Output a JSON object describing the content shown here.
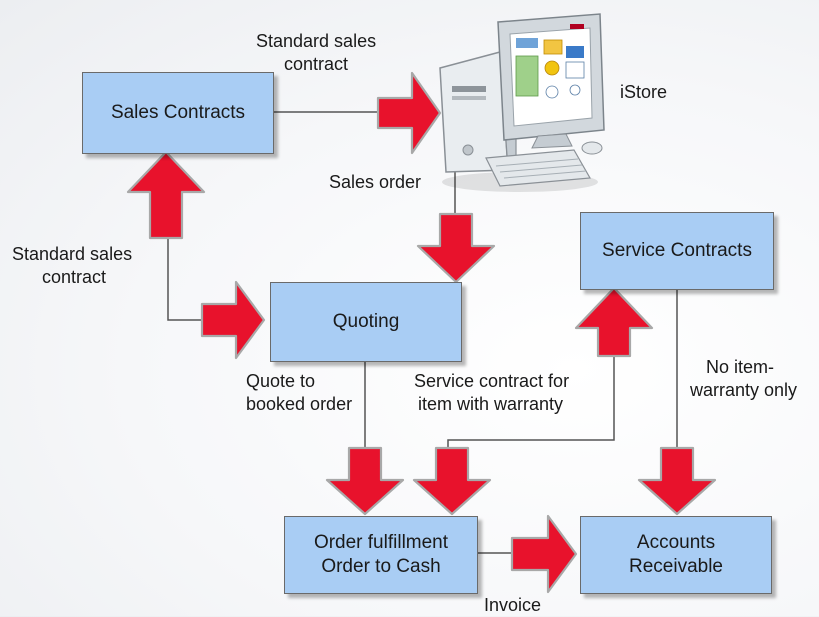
{
  "boxes": {
    "sales_contracts": {
      "lines": [
        "Sales Contracts"
      ]
    },
    "quoting": {
      "lines": [
        "Quoting"
      ]
    },
    "service_contracts": {
      "lines": [
        "Service Contracts"
      ]
    },
    "order_fulfillment": {
      "lines": [
        "Order fulfillment",
        "Order to Cash"
      ]
    },
    "accounts_receivable": {
      "lines": [
        "Accounts",
        "Receivable"
      ]
    }
  },
  "labels": {
    "standard_sales_contract_top": [
      "Standard sales",
      "contract"
    ],
    "istore": "iStore",
    "sales_order": "Sales order",
    "standard_sales_contract_left": [
      "Standard sales",
      "contract"
    ],
    "quote_to_booked_order": [
      "Quote to",
      "booked order"
    ],
    "service_contract_for_item": [
      "Service contract for",
      "item with warranty"
    ],
    "no_item_warranty_only": [
      "No item-",
      "warranty only"
    ],
    "invoice": "Invoice"
  },
  "colors": {
    "box_fill": "#a9cdf4",
    "arrow_fill": "#e8122c",
    "arrow_outline": "#a8a8a8",
    "connector_line": "#555555"
  },
  "icons": {
    "computer": "desktop-computer-icon"
  }
}
